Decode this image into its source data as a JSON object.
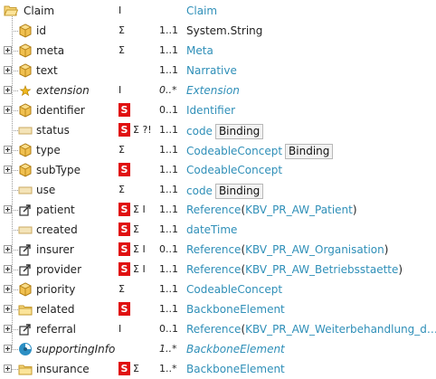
{
  "root": {
    "name": "Claim",
    "flags": "I",
    "type": "Claim"
  },
  "rows": [
    {
      "name": "id",
      "icon": "primitive",
      "s": false,
      "flags": "Σ",
      "card": "1..1",
      "type": "System.String",
      "type_plain": true,
      "expander": false
    },
    {
      "name": "meta",
      "icon": "primitive",
      "s": false,
      "flags": "Σ",
      "card": "1..1",
      "type": "Meta",
      "expander": true
    },
    {
      "name": "text",
      "icon": "primitive",
      "s": false,
      "flags": "",
      "card": "1..1",
      "type": "Narrative",
      "expander": true
    },
    {
      "name": "extension",
      "icon": "extension",
      "s": false,
      "flags": "I",
      "card": "0..*",
      "type": "Extension",
      "italic": true,
      "expander": true
    },
    {
      "name": "identifier",
      "icon": "primitive",
      "s": true,
      "flags": "",
      "card": "0..1",
      "type": "Identifier",
      "expander": true
    },
    {
      "name": "status",
      "icon": "datatype",
      "s": true,
      "flags": "Σ ?!",
      "card": "1..1",
      "type": "code",
      "binding": "Binding",
      "expander": false
    },
    {
      "name": "type",
      "icon": "primitive",
      "s": false,
      "flags": "Σ",
      "card": "1..1",
      "type": "CodeableConcept",
      "binding": "Binding",
      "expander": true
    },
    {
      "name": "subType",
      "icon": "primitive",
      "s": true,
      "flags": "",
      "card": "1..1",
      "type": "CodeableConcept",
      "expander": true
    },
    {
      "name": "use",
      "icon": "datatype",
      "s": false,
      "flags": "Σ",
      "card": "1..1",
      "type": "code",
      "binding": "Binding",
      "expander": false
    },
    {
      "name": "patient",
      "icon": "reference",
      "s": true,
      "flags": "Σ I",
      "card": "1..1",
      "type_link": "Reference",
      "type_target": "KBV_PR_AW_Patient",
      "expander": true
    },
    {
      "name": "created",
      "icon": "datatype",
      "s": true,
      "flags": "Σ",
      "card": "1..1",
      "type": "dateTime",
      "expander": false
    },
    {
      "name": "insurer",
      "icon": "reference",
      "s": true,
      "flags": "Σ I",
      "card": "0..1",
      "type_link": "Reference",
      "type_target": "KBV_PR_AW_Organisation",
      "expander": true
    },
    {
      "name": "provider",
      "icon": "reference",
      "s": true,
      "flags": "Σ I",
      "card": "1..1",
      "type_link": "Reference",
      "type_target": "KBV_PR_AW_Betriebsstaette",
      "expander": true
    },
    {
      "name": "priority",
      "icon": "primitive",
      "s": false,
      "flags": "Σ",
      "card": "1..1",
      "type": "CodeableConcept",
      "expander": true
    },
    {
      "name": "related",
      "icon": "folder",
      "s": true,
      "flags": "",
      "card": "1..1",
      "type": "BackboneElement",
      "expander": true
    },
    {
      "name": "referral",
      "icon": "reference",
      "s": false,
      "flags": "I",
      "card": "0..1",
      "type_link": "Reference",
      "type_target": "KBV_PR_AW_Weiterbehandlung_d…",
      "expander": true
    },
    {
      "name": "supportingInfo",
      "icon": "slice",
      "s": false,
      "flags": "",
      "card": "1..*",
      "type": "BackboneElement",
      "italic": true,
      "expander": true
    },
    {
      "name": "insurance",
      "icon": "folder",
      "s": true,
      "flags": "Σ",
      "card": "1..*",
      "type": "BackboneElement",
      "expander": true
    }
  ],
  "s_label": "S",
  "paren_open": "(",
  "paren_close": ")"
}
